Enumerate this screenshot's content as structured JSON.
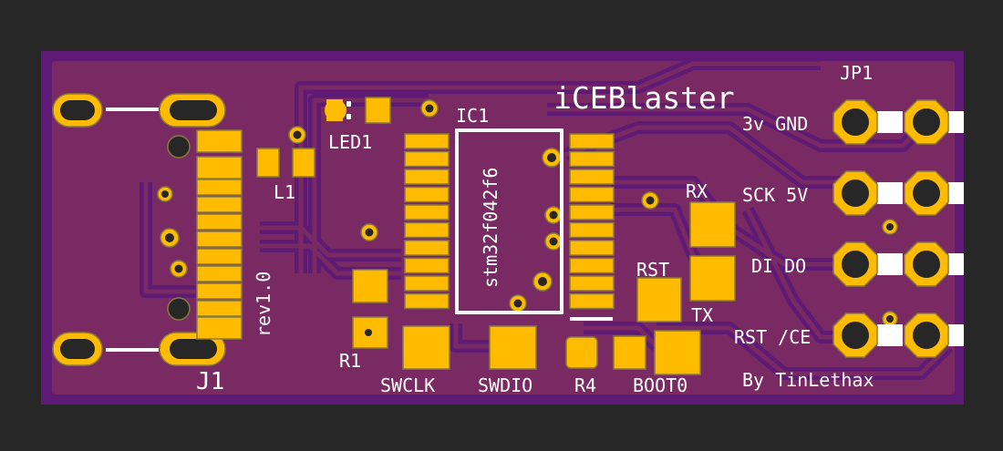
{
  "board": {
    "title": "iCEBlaster",
    "revision": "rev1.0",
    "author": "By TinLethax",
    "colors": {
      "background": "#272727",
      "substrate": "#5e1a74",
      "copper_fill": "#7a2a62",
      "copper_pad": "#ffbb00",
      "pad_outline": "#8a7a3c",
      "silkscreen": "#ffffff",
      "drill": "#272727"
    }
  },
  "components": {
    "usb_connector": "J1",
    "inductor": "L1",
    "led": "LED1",
    "mcu_ref": "IC1",
    "mcu_part": "stm32f042f6",
    "resistor_1": "R1",
    "resistor_4": "R4",
    "header": "JP1"
  },
  "test_pads": {
    "swclk": "SWCLK",
    "swdio": "SWDIO",
    "boot0": "BOOT0",
    "rx": "RX",
    "tx": "TX",
    "rst": "RST"
  },
  "header_pins": [
    {
      "label": "3v GND"
    },
    {
      "label": "SCK 5V"
    },
    {
      "label": "DI DO"
    },
    {
      "label": "RST /CE"
    }
  ]
}
